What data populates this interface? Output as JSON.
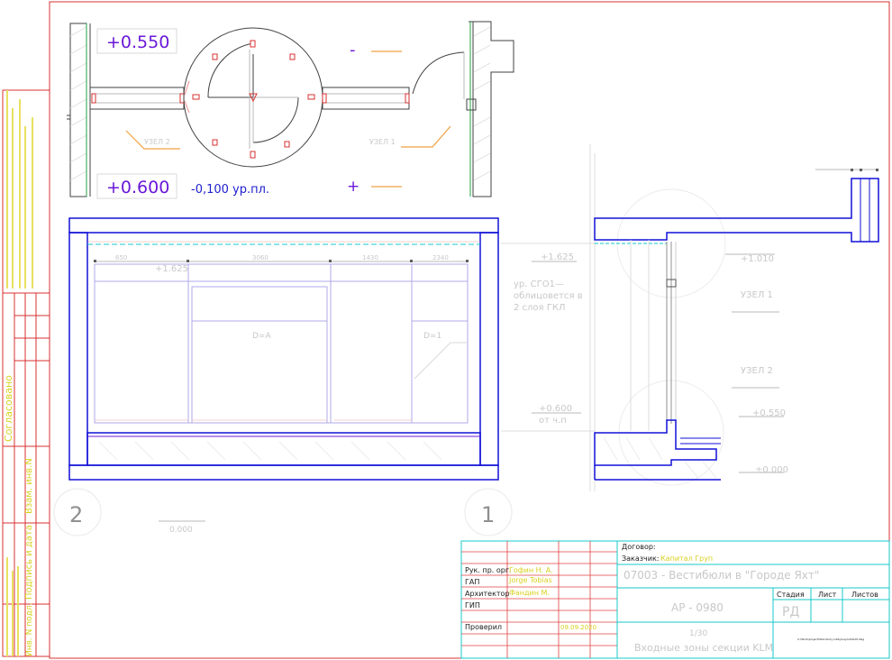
{
  "plan": {
    "level_top": "+0.550",
    "level_bottom": "+0.600",
    "floor_note": "-0,100 ур.пл.",
    "minus_sign": "-",
    "plus_sign": "+"
  },
  "elevation": {
    "level_1625": "+1.625",
    "level_zero": "0.000",
    "dim_1": "650",
    "dim_2": "3060",
    "dim_3": "1430",
    "dim_4": "2340",
    "door_1": "D=A",
    "door_2": "D=1",
    "view_number": "2"
  },
  "section": {
    "level_1625": "+1.625",
    "level_1010": "+1.010",
    "level_0600": "+0.600",
    "level_0600_note": "от ч.п",
    "level_0550": "+0.550",
    "level_zero": "±0.000",
    "note_line1": "ур. СГО1—",
    "note_line2": "облицовется в",
    "note_line3": "2 слоя ГКЛ",
    "label_1": "УЗЕЛ 1",
    "label_2": "УЗЕЛ 2",
    "view_number": "1"
  },
  "left_strip": {
    "soglasovano": "Согласовано",
    "vzam_inv": "Взам. инв.N",
    "podpis_data": "Подпись и дата",
    "inv_podl": "Инв. N подл."
  },
  "title_block": {
    "contract_label": "Договор:",
    "customer_label": "Заказчик:",
    "customer_value": "Капитал Груп",
    "project_title": "07003 - Вестибюли в \"Городе Яхт\"",
    "doc_code": "АР - 0980",
    "stage_header": "Стадия",
    "sheet_header": "Лист",
    "sheets_header": "Листов",
    "stage_value": "РД",
    "scale": "1/30",
    "drawing_title": "Входные зоны секции KLM",
    "role_1": "Рук. пр. орг.",
    "name_1": "Гофин Н. А.",
    "role_2": "ГАП",
    "name_2": "Jorge Tobias",
    "role_3": "Архитектор",
    "name_3": "Фандин М.",
    "role_4": "ГИП",
    "role_5": "Проверил",
    "date": "09.09.2020",
    "file_path": "C:\\Work\\project\\Standard_Lobby\\Layout\\KLM.dwg"
  }
}
